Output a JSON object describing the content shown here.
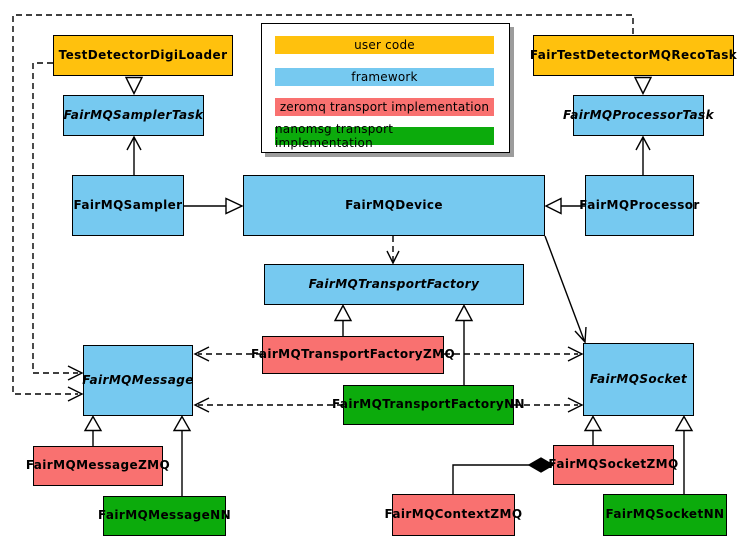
{
  "diagram": {
    "colors": {
      "user_code": "#FFC10D",
      "framework": "#76C9F0",
      "zeromq": "#F97170",
      "nanomsg": "#0CAB0C"
    },
    "legend": {
      "items": [
        {
          "label": "user code",
          "color_key": "user_code"
        },
        {
          "label": "framework",
          "color_key": "framework"
        },
        {
          "label": "zeromq transport implementation",
          "color_key": "zeromq"
        },
        {
          "label": "nanomsg transport implementation",
          "color_key": "nanomsg"
        }
      ]
    },
    "nodes": {
      "test_detector_digi_loader": {
        "label": "TestDetectorDigiLoader",
        "category": "user_code",
        "abstract": false
      },
      "fair_test_detector_mq_reco_task": {
        "label": "FairTestDetectorMQRecoTask",
        "category": "user_code",
        "abstract": false
      },
      "fairmq_sampler_task": {
        "label": "FairMQSamplerTask",
        "category": "framework",
        "abstract": true
      },
      "fairmq_processor_task": {
        "label": "FairMQProcessorTask",
        "category": "framework",
        "abstract": true
      },
      "fairmq_sampler": {
        "label": "FairMQSampler",
        "category": "framework",
        "abstract": false
      },
      "fairmq_device": {
        "label": "FairMQDevice",
        "category": "framework",
        "abstract": false
      },
      "fairmq_processor": {
        "label": "FairMQProcessor",
        "category": "framework",
        "abstract": false
      },
      "fairmq_transport_factory": {
        "label": "FairMQTransportFactory",
        "category": "framework",
        "abstract": true
      },
      "fairmq_message": {
        "label": "FairMQMessage",
        "category": "framework",
        "abstract": true
      },
      "fairmq_socket": {
        "label": "FairMQSocket",
        "category": "framework",
        "abstract": true
      },
      "fairmq_transport_factory_zmq": {
        "label": "FairMQTransportFactoryZMQ",
        "category": "zeromq",
        "abstract": false
      },
      "fairmq_transport_factory_nn": {
        "label": "FairMQTransportFactoryNN",
        "category": "nanomsg",
        "abstract": false
      },
      "fairmq_message_zmq": {
        "label": "FairMQMessageZMQ",
        "category": "zeromq",
        "abstract": false
      },
      "fairmq_message_nn": {
        "label": "FairMQMessageNN",
        "category": "nanomsg",
        "abstract": false
      },
      "fairmq_socket_zmq": {
        "label": "FairMQSocketZMQ",
        "category": "zeromq",
        "abstract": false
      },
      "fairmq_socket_nn": {
        "label": "FairMQSocketNN",
        "category": "nanomsg",
        "abstract": false
      },
      "fairmq_context_zmq": {
        "label": "FairMQContextZMQ",
        "category": "zeromq",
        "abstract": false
      }
    },
    "relations": [
      {
        "from": "TestDetectorDigiLoader",
        "to": "FairMQSamplerTask",
        "type": "inheritance-hollow-triangle"
      },
      {
        "from": "FairTestDetectorMQRecoTask",
        "to": "FairMQProcessorTask",
        "type": "inheritance-hollow-triangle"
      },
      {
        "from": "FairMQSampler",
        "to": "FairMQSamplerTask",
        "type": "association-open-arrow"
      },
      {
        "from": "FairMQProcessor",
        "to": "FairMQProcessorTask",
        "type": "association-open-arrow"
      },
      {
        "from": "FairMQSampler",
        "to": "FairMQDevice",
        "type": "inheritance-hollow-triangle"
      },
      {
        "from": "FairMQProcessor",
        "to": "FairMQDevice",
        "type": "inheritance-hollow-triangle"
      },
      {
        "from": "FairMQDevice",
        "to": "FairMQTransportFactory",
        "type": "dependency-dashed-open-arrow"
      },
      {
        "from": "FairMQDevice",
        "to": "FairMQSocket",
        "type": "association-open-arrow"
      },
      {
        "from": "FairMQTransportFactoryZMQ",
        "to": "FairMQTransportFactory",
        "type": "inheritance-hollow-triangle"
      },
      {
        "from": "FairMQTransportFactoryNN",
        "to": "FairMQTransportFactory",
        "type": "inheritance-hollow-triangle"
      },
      {
        "from": "FairMQTransportFactoryZMQ",
        "to": "FairMQMessage",
        "type": "dependency-dashed-open-arrow"
      },
      {
        "from": "FairMQTransportFactoryZMQ",
        "to": "FairMQSocket",
        "type": "dependency-dashed-open-arrow"
      },
      {
        "from": "FairMQTransportFactoryNN",
        "to": "FairMQMessage",
        "type": "dependency-dashed-open-arrow"
      },
      {
        "from": "FairMQTransportFactoryNN",
        "to": "FairMQSocket",
        "type": "dependency-dashed-open-arrow"
      },
      {
        "from": "FairMQMessageZMQ",
        "to": "FairMQMessage",
        "type": "inheritance-hollow-triangle"
      },
      {
        "from": "FairMQMessageNN",
        "to": "FairMQMessage",
        "type": "inheritance-hollow-triangle"
      },
      {
        "from": "FairMQSocketZMQ",
        "to": "FairMQSocket",
        "type": "inheritance-hollow-triangle"
      },
      {
        "from": "FairMQSocketNN",
        "to": "FairMQSocket",
        "type": "inheritance-hollow-triangle"
      },
      {
        "from": "FairMQContextZMQ",
        "to": "FairMQSocketZMQ",
        "type": "composition-filled-diamond"
      },
      {
        "from": "TestDetectorDigiLoader",
        "to": "FairMQMessage",
        "type": "dependency-dashed-open-arrow"
      },
      {
        "from": "FairTestDetectorMQRecoTask",
        "to": "FairMQMessage",
        "type": "dependency-dashed-open-arrow"
      }
    ]
  }
}
